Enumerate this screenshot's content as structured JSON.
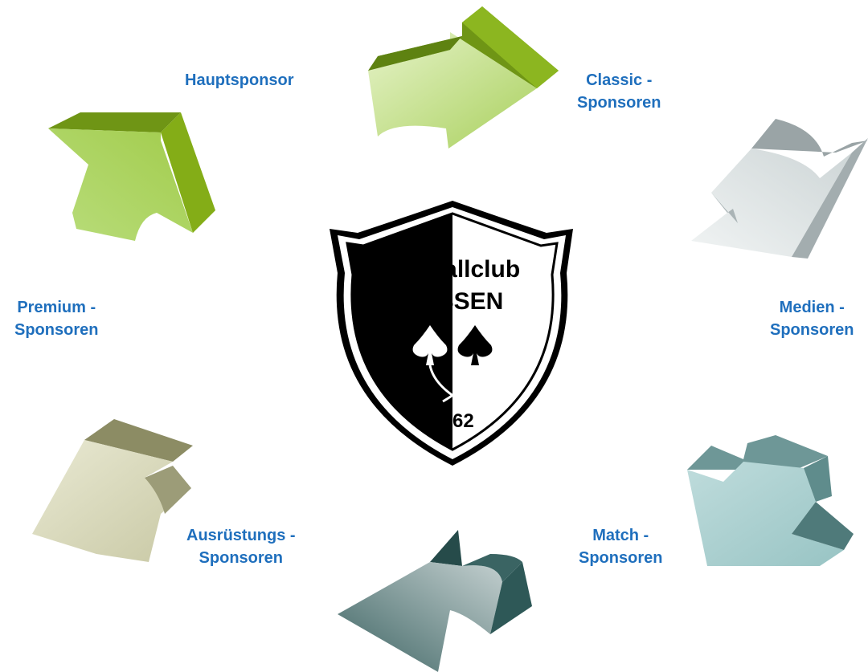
{
  "colors": {
    "label": "#1f6fbd",
    "arrow_green_dark": "#7fa81a",
    "arrow_green_light": "#a8d15b",
    "arrow_grey": "#b8c2c4",
    "arrow_teal": "#5f8c8c",
    "arrow_darkteal": "#2f5c5a",
    "arrow_khaki": "#9a9a72"
  },
  "labels": {
    "hauptsponsor": [
      "Hauptsponsor"
    ],
    "classic": [
      "Classic -",
      "Sponsoren"
    ],
    "medien": [
      "Medien -",
      "Sponsoren"
    ],
    "match": [
      "Match -",
      "Sponsoren"
    ],
    "ausruestung": [
      "Ausrüstungs -",
      "Sponsoren"
    ],
    "premium": [
      "Premium -",
      "Sponsoren"
    ]
  },
  "logo": {
    "line1": "Fußballclub",
    "line2": "KÖSSEN",
    "year": "1962"
  }
}
